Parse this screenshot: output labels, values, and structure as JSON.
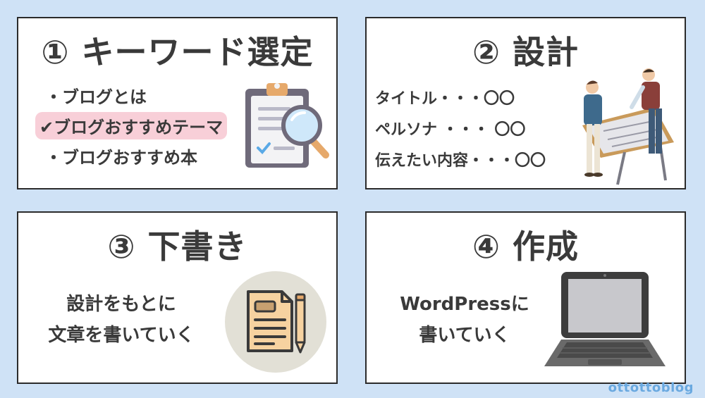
{
  "cards": [
    {
      "title": "① キーワード選定",
      "lines": [
        "・ブログとは",
        "✔ブログおすすめテーマ",
        "・ブログおすすめ本"
      ],
      "icon": "clipboard-magnifier-icon"
    },
    {
      "title": "② 設計",
      "lines": [
        "タイトル・・・〇〇",
        "ペルソナ ・・・ 〇〇",
        "伝えたい内容・・・〇〇"
      ],
      "icon": "designers-at-drafting-table-icon"
    },
    {
      "title": "③ 下書き",
      "lines": [
        "設計をもとに",
        "文章を書いていく"
      ],
      "icon": "document-pencil-icon"
    },
    {
      "title": "④ 作成",
      "lines": [
        "WordPressに",
        "書いていく"
      ],
      "icon": "laptop-icon"
    }
  ],
  "brand": "ottottoblog",
  "colors": {
    "background": "#cfe2f6",
    "card": "#ffffff",
    "highlight": "#f8cfd8",
    "text": "#3a3a3a",
    "brand": "#6aa9e0"
  }
}
